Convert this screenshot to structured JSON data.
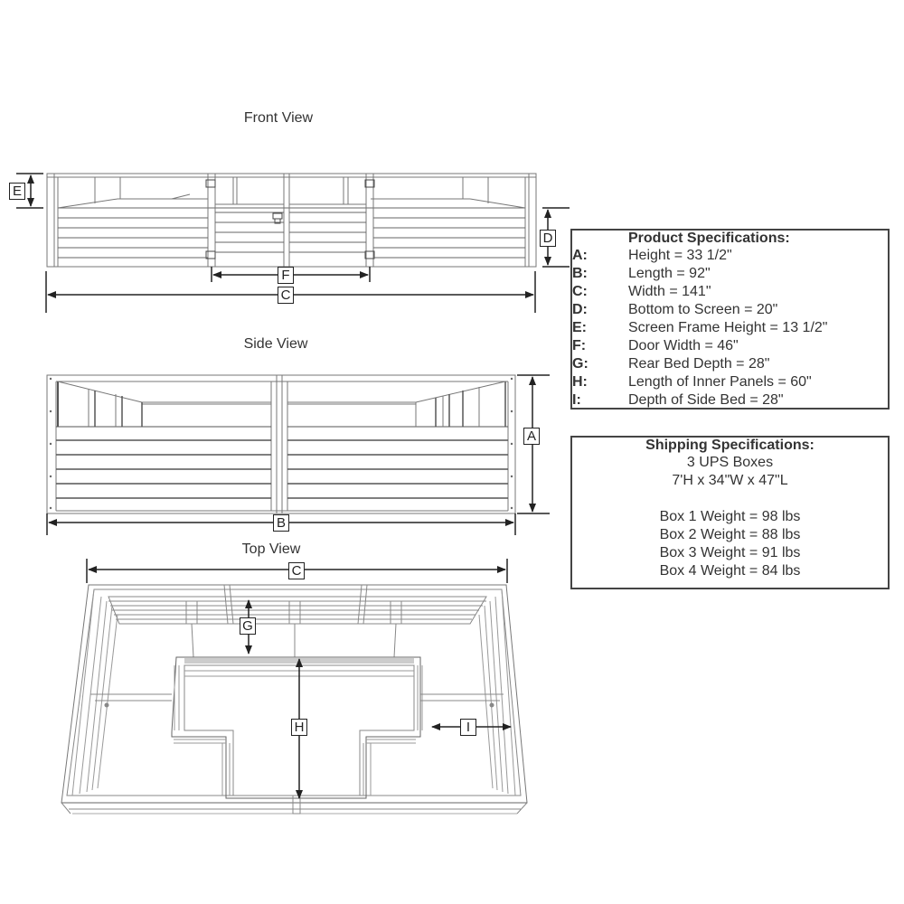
{
  "views": {
    "front": {
      "title": "Front View"
    },
    "side": {
      "title": "Side View"
    },
    "top": {
      "title": "Top View"
    }
  },
  "dimension_labels": {
    "front": {
      "E": "E",
      "D": "D",
      "F": "F",
      "C": "C"
    },
    "side": {
      "A": "A",
      "B": "B"
    },
    "top": {
      "C": "C",
      "G": "G",
      "H": "H",
      "I": "I"
    }
  },
  "product_specs": {
    "heading": "Product Specifications:",
    "items": [
      {
        "key": "A:",
        "value": "Height = 33 1/2\""
      },
      {
        "key": "B:",
        "value": "Length =  92\""
      },
      {
        "key": "C:",
        "value": "Width = 141\""
      },
      {
        "key": "D:",
        "value": "Bottom to Screen = 20\""
      },
      {
        "key": "E:",
        "value": "Screen Frame Height = 13 1/2\""
      },
      {
        "key": "F:",
        "value": "Door Width = 46\""
      },
      {
        "key": "G:",
        "value": "Rear Bed Depth = 28\""
      },
      {
        "key": "H:",
        "value": "Length of Inner Panels = 60\""
      },
      {
        "key": "I:",
        "value": "Depth of Side Bed = 28\""
      }
    ]
  },
  "shipping_specs": {
    "heading": "Shipping Specifications:",
    "boxes_count": "3 UPS Boxes",
    "box_dimensions": "7'H x 34\"W x 47\"L",
    "weights": [
      "Box 1 Weight = 98 lbs",
      "Box 2 Weight = 88 lbs",
      "Box 3 Weight = 91 lbs",
      "Box 4 Weight = 84 lbs"
    ]
  },
  "colors": {
    "line": "#555555",
    "dim_line": "#222222",
    "border": "#444444"
  }
}
